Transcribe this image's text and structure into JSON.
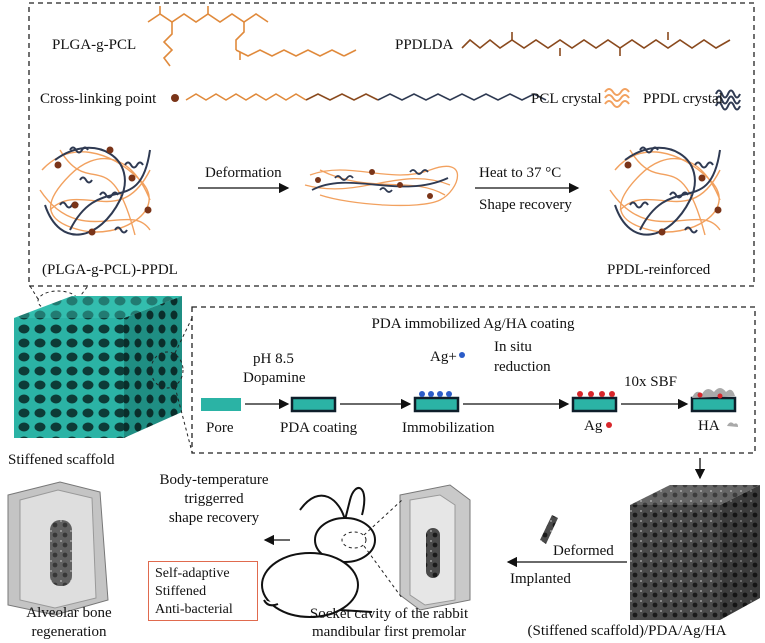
{
  "top_panel": {
    "polymer_a_name": "PLGA-g-PCL",
    "polymer_b_name": "PPDLDA",
    "crosslink_label": "Cross-linking point",
    "pcl_crystal_label": "PCL  crystal",
    "ppdl_crystal_label": "PPDL  crystal",
    "deformation_label": "Deformation",
    "heat_label": "Heat to 37 °C",
    "shape_recovery_label": "Shape recovery",
    "network_left_label": "(PLGA-g-PCL)-PPDL",
    "network_right_label": "PPDL-reinforced"
  },
  "coating_panel": {
    "title": "PDA immobilized Ag/HA coating",
    "step1_condition_a": "pH 8.5",
    "step1_condition_b": "Dopamine",
    "step2_reagent": "Ag+",
    "step3_condition_a": "In situ",
    "step3_condition_b": "reduction",
    "step4_condition": "10x SBF",
    "label_pore": "Pore",
    "label_pda": "PDA coating",
    "label_immobilization": "Immobilization",
    "label_ag": "Ag",
    "label_ha": "HA"
  },
  "scaffold_label": "Stiffened scaffold",
  "bottom_row": {
    "final_scaffold_label": "(Stiffened scaffold)/PDA/Ag/HA",
    "deformed_label": "Deformed",
    "implanted_label": "Implanted",
    "socket_label_line1": "Socket cavity of the rabbit",
    "socket_label_line2": "mandibular first premolar",
    "trigger_line1": "Body-temperature",
    "trigger_line2": "triggerred",
    "trigger_line3": "shape recovery",
    "features": [
      "Self-adaptive",
      "Stiffened",
      "Anti-bacterial"
    ],
    "result_line1": "Alveolar bone",
    "result_line2": "regeneration"
  },
  "colors": {
    "pcl_orange": "#f2a15f",
    "ppdl_navy": "#2f3a52",
    "crosslink_brown": "#7a3418",
    "scaffold_teal": "#2bb3a5",
    "ag_red": "#d8262b",
    "ag_ion_blue": "#2b5cc8",
    "feature_box_border": "#e06a4e"
  }
}
